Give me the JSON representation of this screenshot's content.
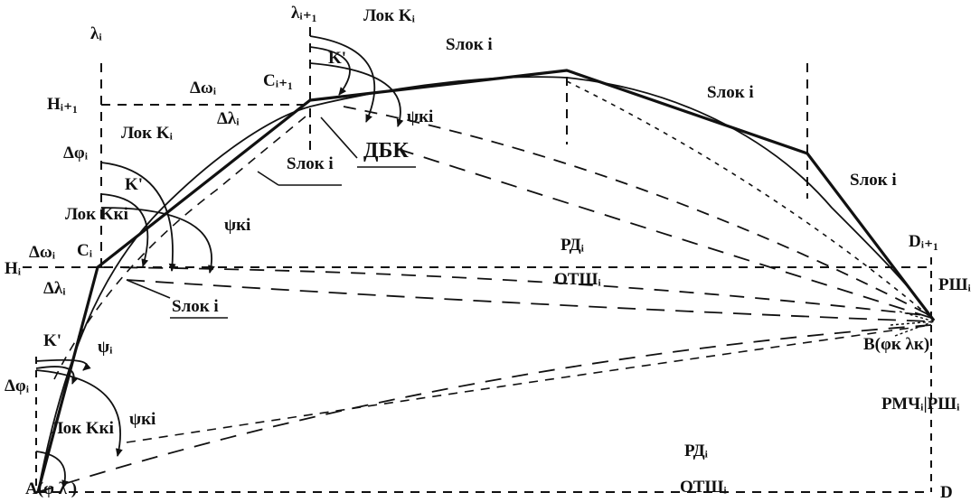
{
  "diagram": {
    "colors": {
      "ink": "#111111",
      "background": "#ffffff"
    },
    "labels": {
      "lambda_i": "λᵢ",
      "lambda_i1": "λᵢ₊₁",
      "H_i1": "Hᵢ₊₁",
      "H_i": "Hᵢ",
      "d_omega_top": "Δωᵢ",
      "C_i1": "Cᵢ₊₁",
      "lok_K_top": "Лок Kᵢ",
      "K_top": "K'",
      "S_lok_top": "Sлок i",
      "S_lok_right_upper": "Sлок i",
      "S_lok_right_lower": "Sлок i",
      "d_lambda_upper": "Δλᵢ",
      "lok_K_mid": "Лок Kᵢ",
      "d_phi_upper": "Δφᵢ",
      "psi_ki_top": "ψкi",
      "DBK": "ДБК",
      "S_lok_mid": "Sлок i",
      "K_mid": "K'",
      "lok_K_ki_mid": "Лок Kкi",
      "psi_ki_mid": "ψкi",
      "d_omega_low": "Δωᵢ",
      "C_i": "Cᵢ",
      "RD_upper": "РДᵢ",
      "OTSH_upper": "ОТШᵢ",
      "D_i1": "Dᵢ₊₁",
      "RSh_upper": "РШᵢ",
      "d_lambda_low": "Δλᵢ",
      "S_lok_low": "Sлок i",
      "K_low": "K'",
      "psi_i": "ψᵢ",
      "B_point": "B(φк λк)",
      "d_phi_low": "Δφᵢ",
      "lok_K_ki_low": "Лок Kкi",
      "psi_ki_low": "ψкi",
      "RMCh_RSh": "РМЧᵢ|РШᵢ",
      "RD_lower": "РДᵢ",
      "OTSH_lower": "ОТШᵢ",
      "D_point": "D",
      "A_point": "A(φ  λ )"
    }
  }
}
